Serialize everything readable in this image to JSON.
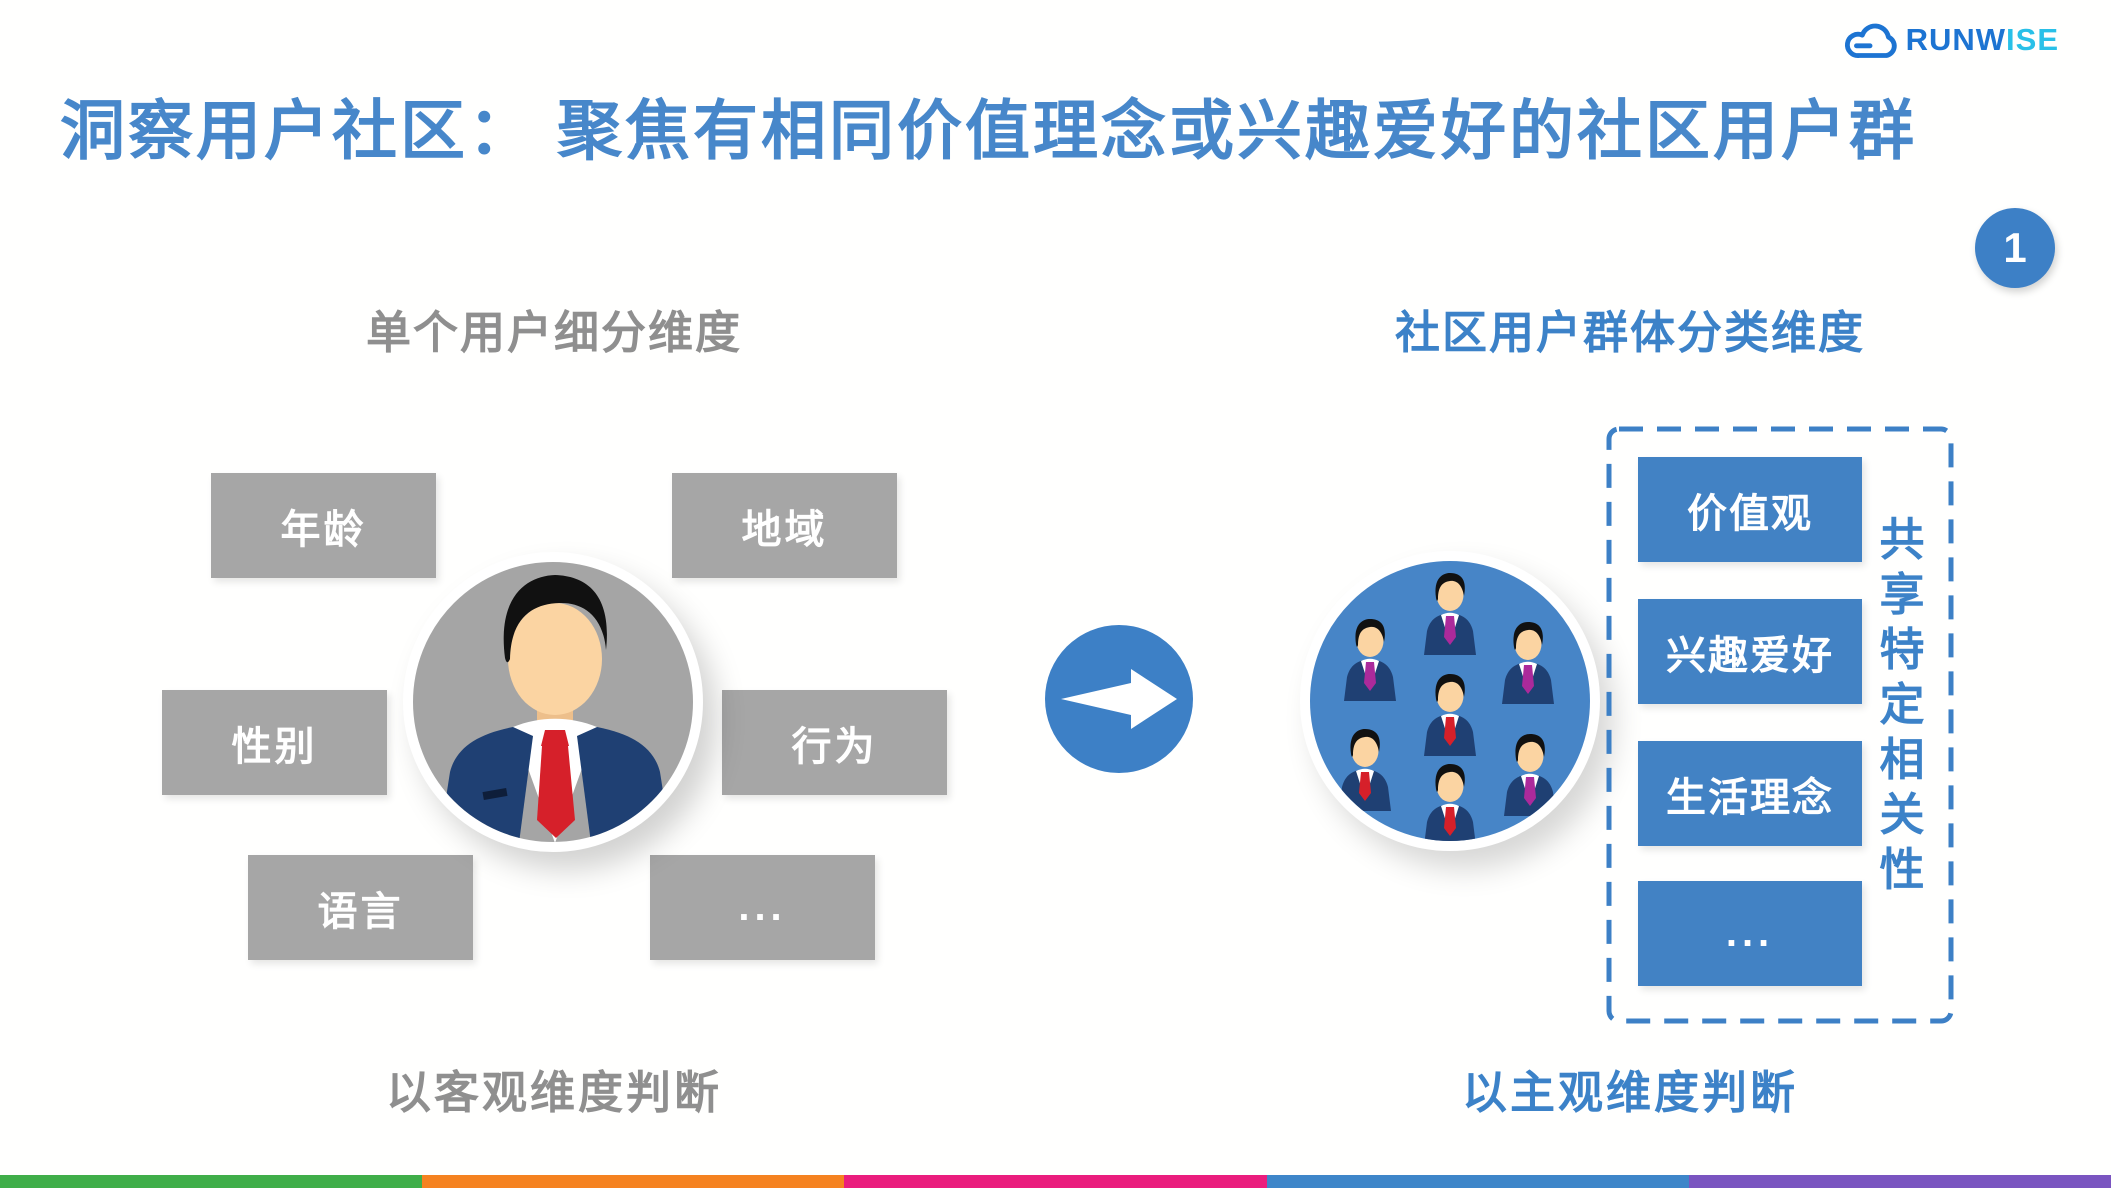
{
  "logo": {
    "part1": "RUNW",
    "part2": "ISE",
    "icon": "cloud-icon"
  },
  "title": "洞察用户社区： 聚焦有相同价值理念或兴趣爱好的社区用户群",
  "badge": "1",
  "left_section": {
    "heading": "单个用户细分维度",
    "boxes": [
      "年龄",
      "地域",
      "性别",
      "行为",
      "语言",
      "..."
    ],
    "caption": "以客观维度判断"
  },
  "right_section": {
    "heading": "社区用户群体分类维度",
    "boxes": [
      "价值观",
      "兴趣爱好",
      "生活理念",
      "..."
    ],
    "vertical_label": "共享特定相关性",
    "caption": "以主观维度判断",
    "people": [
      {
        "tie": "#ab2a9b"
      },
      {
        "tie": "#ab2a9b"
      },
      {
        "tie": "#ab2a9b"
      },
      {
        "tie": "#d6202a"
      },
      {
        "tie": "#d6202a"
      },
      {
        "tie": "#ab2a9b"
      },
      {
        "tie": "#d6202a"
      }
    ]
  },
  "colors": {
    "title_blue": "#4787ca",
    "accent_blue": "#3c82c8",
    "box_blue": "#4282c4",
    "box_gray": "#a6a6a6",
    "text_gray": "#8f8f8f",
    "circle_gray": "#a5a5a5",
    "circle_blue": "#4785c7",
    "arrow_circle_blue": "#3d80c6",
    "dashed_border": "#3d80c6",
    "logo_blue": "#1d74d2",
    "logo_cyan": "#29c0e8",
    "suit_navy": "#1f4073",
    "tie_red": "#d6202a",
    "tie_magenta": "#ab2a9b",
    "skin": "#fbd4a2"
  },
  "footer_stripe": [
    "#3fae49",
    "#f58220",
    "#ea1d7d",
    "#3e86c9",
    "#7a55c0"
  ]
}
